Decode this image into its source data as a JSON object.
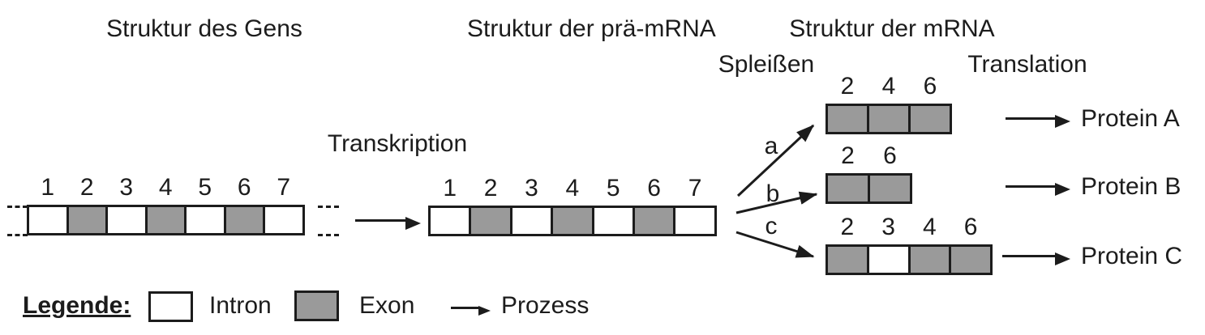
{
  "titles": {
    "gene": "Struktur des Gens",
    "pre_mrna": "Struktur der prä-mRNA",
    "mrna": "Struktur der mRNA"
  },
  "process_labels": {
    "transcription": "Transkription",
    "splicing": "Spleißen",
    "translation": "Translation"
  },
  "gene": {
    "segments": [
      {
        "label": "1",
        "type": "intron"
      },
      {
        "label": "2",
        "type": "exon"
      },
      {
        "label": "3",
        "type": "intron"
      },
      {
        "label": "4",
        "type": "exon"
      },
      {
        "label": "5",
        "type": "intron"
      },
      {
        "label": "6",
        "type": "exon"
      },
      {
        "label": "7",
        "type": "intron"
      }
    ]
  },
  "pre_mrna": {
    "segments": [
      {
        "label": "1",
        "type": "intron"
      },
      {
        "label": "2",
        "type": "exon"
      },
      {
        "label": "3",
        "type": "intron"
      },
      {
        "label": "4",
        "type": "exon"
      },
      {
        "label": "5",
        "type": "intron"
      },
      {
        "label": "6",
        "type": "exon"
      },
      {
        "label": "7",
        "type": "intron"
      }
    ]
  },
  "mrna_variants": [
    {
      "arrow_label": "a",
      "segments": [
        {
          "label": "2",
          "type": "exon"
        },
        {
          "label": "4",
          "type": "exon"
        },
        {
          "label": "6",
          "type": "exon"
        }
      ],
      "protein": "Protein A"
    },
    {
      "arrow_label": "b",
      "segments": [
        {
          "label": "2",
          "type": "exon"
        },
        {
          "label": "6",
          "type": "exon"
        }
      ],
      "protein": "Protein B"
    },
    {
      "arrow_label": "c",
      "segments": [
        {
          "label": "2",
          "type": "exon"
        },
        {
          "label": "3",
          "type": "intron"
        },
        {
          "label": "4",
          "type": "exon"
        },
        {
          "label": "6",
          "type": "exon"
        }
      ],
      "protein": "Protein C"
    }
  ],
  "legend": {
    "heading": "Legende:",
    "items": [
      {
        "swatch": "intron",
        "label": "Intron"
      },
      {
        "swatch": "exon",
        "label": "Exon"
      },
      {
        "swatch": "arrow",
        "label": "Prozess"
      }
    ]
  },
  "colors": {
    "exon_fill": "#9a9a9a",
    "intron_fill": "#ffffff",
    "line": "#1c1c1c",
    "background": "#ffffff"
  }
}
